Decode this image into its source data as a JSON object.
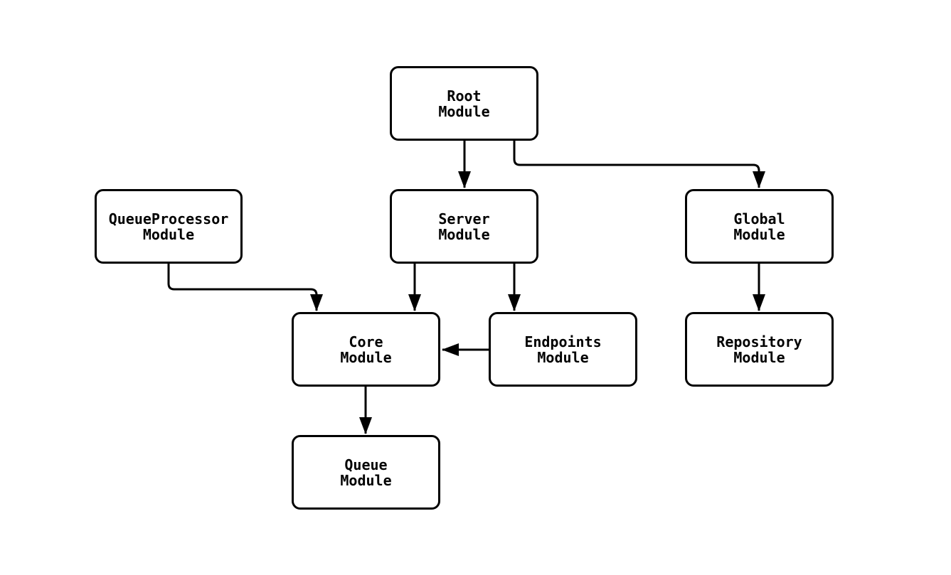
{
  "page": {
    "background_color": "#ffffff"
  },
  "diagram": {
    "type": "flowchart",
    "stroke_color": "#000000",
    "node_fill_color": "#ffffff",
    "text_color": "#000000",
    "nodes": {
      "root": {
        "line1": "Root",
        "line2": "Module"
      },
      "queue_processor": {
        "line1": "QueueProcessor",
        "line2": "Module"
      },
      "server": {
        "line1": "Server",
        "line2": "Module"
      },
      "global": {
        "line1": "Global",
        "line2": "Module"
      },
      "core": {
        "line1": "Core",
        "line2": "Module"
      },
      "endpoints": {
        "line1": "Endpoints",
        "line2": "Module"
      },
      "repository": {
        "line1": "Repository",
        "line2": "Module"
      },
      "queue": {
        "line1": "Queue",
        "line2": "Module"
      }
    },
    "edges": [
      {
        "from": "Root Module",
        "to": "Server Module"
      },
      {
        "from": "Root Module",
        "to": "Global Module"
      },
      {
        "from": "QueueProcessor Module",
        "to": "Core Module"
      },
      {
        "from": "Server Module",
        "to": "Core Module"
      },
      {
        "from": "Server Module",
        "to": "Endpoints Module"
      },
      {
        "from": "Endpoints Module",
        "to": "Core Module"
      },
      {
        "from": "Global Module",
        "to": "Repository Module"
      },
      {
        "from": "Core Module",
        "to": "Queue Module"
      }
    ]
  }
}
